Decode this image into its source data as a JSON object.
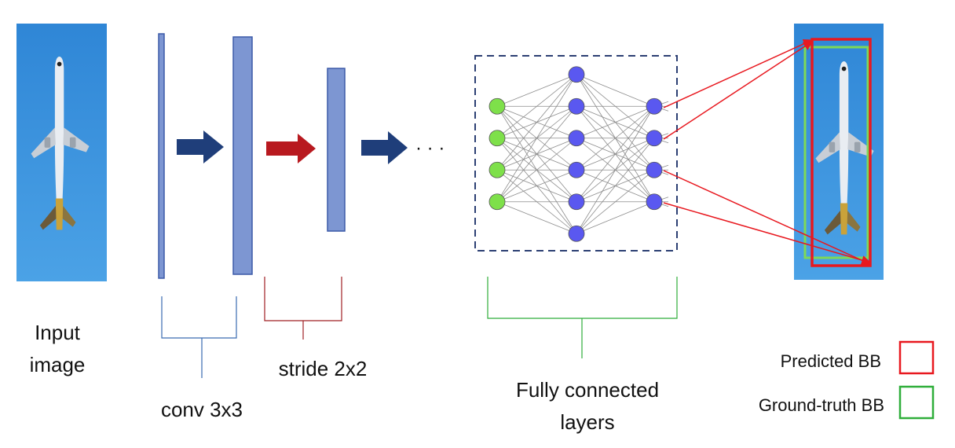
{
  "labels": {
    "input_line1": "Input",
    "input_line2": "image",
    "conv": "conv 3x3",
    "stride": "stride 2x2",
    "fc_line1": "Fully connected",
    "fc_line2": "layers",
    "ellipsis": "· · ·"
  },
  "legend": [
    {
      "label": "Predicted BB",
      "color": "#e8181f"
    },
    {
      "label": "Ground-truth BB",
      "color": "#2fae3a"
    }
  ],
  "network": {
    "input_nodes": 4,
    "hidden_nodes": 6,
    "output_nodes": 4
  },
  "colors": {
    "layer_fill": "#7d96d2",
    "layer_stroke": "#3c5aa8",
    "arrow_blue": "#1f3e7a",
    "arrow_red": "#b8191f",
    "node_green": "#7ee04a",
    "node_blue": "#5a58f0",
    "sky": "#3f95de",
    "fc_box": "#2c3f73",
    "bracket_blue": "#3a6bb0",
    "bracket_red": "#a02024",
    "bracket_green": "#2fae3a"
  }
}
